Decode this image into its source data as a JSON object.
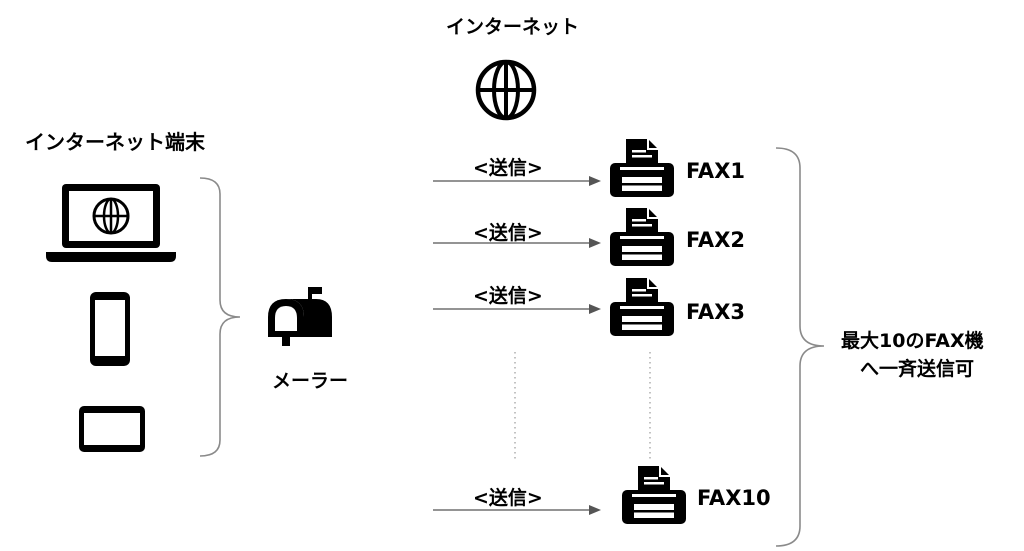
{
  "internet": {
    "label": "インターネット",
    "icon": "globe-icon"
  },
  "terminals": {
    "label": "インターネット端末",
    "devices": [
      {
        "icon": "laptop-icon"
      },
      {
        "icon": "smartphone-icon"
      },
      {
        "icon": "tablet-icon"
      }
    ]
  },
  "mailer": {
    "label": "メーラー",
    "icon": "mailbox-icon"
  },
  "sends": [
    {
      "label": "<送信>",
      "fax": "FAX1"
    },
    {
      "label": "<送信>",
      "fax": "FAX2"
    },
    {
      "label": "<送信>",
      "fax": "FAX3"
    },
    {
      "label": "<送信>",
      "fax": "FAX10"
    }
  ],
  "summary": {
    "line1": "最大10のFAX機",
    "line2": "へ一斉送信可"
  },
  "colors": {
    "ink": "#000000",
    "bracket": "#8a8a8a",
    "arrow": "#555555",
    "dots": "#999999"
  }
}
